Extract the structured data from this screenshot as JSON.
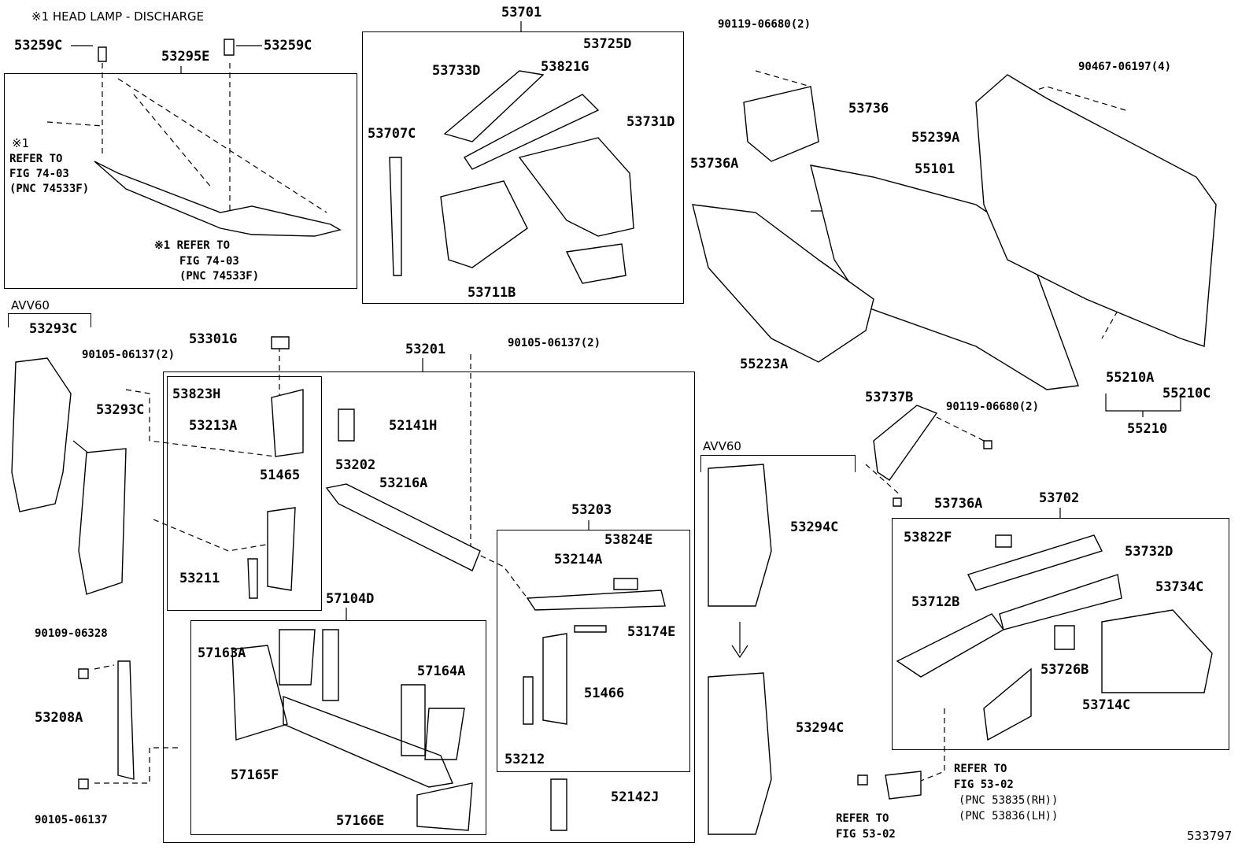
{
  "diagram": {
    "figure_number": "533797",
    "note": "※1 HEAD LAMP - DISCHARGE",
    "labels": [
      "※1 HEAD LAMP - DISCHARGE",
      "53259C",
      "53259C",
      "53295E",
      "※1",
      "REFER TO",
      "FIG 74-03",
      "(PNC 74533F)",
      "※1 REFER TO",
      "FIG 74-03",
      "(PNC 74533F)",
      "53701",
      "53725D",
      "53733D",
      "53821G",
      "53707C",
      "53731D",
      "53711B",
      "90119-06680(2)",
      "53736",
      "90467-06197(4)",
      "53736A",
      "55239A",
      "55101",
      "55223A",
      "55210A",
      "55210C",
      "55210",
      "AVV60",
      "53293C",
      "90105-06137(2)",
      "53293C",
      "53301G",
      "53201",
      "90105-06137(2)",
      "53823H",
      "53213A",
      "52141H",
      "53202",
      "51465",
      "53216A",
      "53211",
      "53203",
      "53824E",
      "53214A",
      "53174E",
      "51466",
      "53212",
      "57104D",
      "57163A",
      "57164A",
      "57165F",
      "57166E",
      "52142J",
      "90109-06328",
      "53208A",
      "90105-06137",
      "53737B",
      "90119-06680(2)",
      "AVV60",
      "53736A",
      "53294C",
      "53294C",
      "53702",
      "53822F",
      "53732D",
      "53734C",
      "53712B",
      "53726B",
      "53714C",
      "REFER TO",
      "FIG 53-02",
      "(PNC 53835(RH))",
      "(PNC 53836(LH))",
      "REFER TO",
      "FIG 53-02",
      "533797"
    ]
  }
}
